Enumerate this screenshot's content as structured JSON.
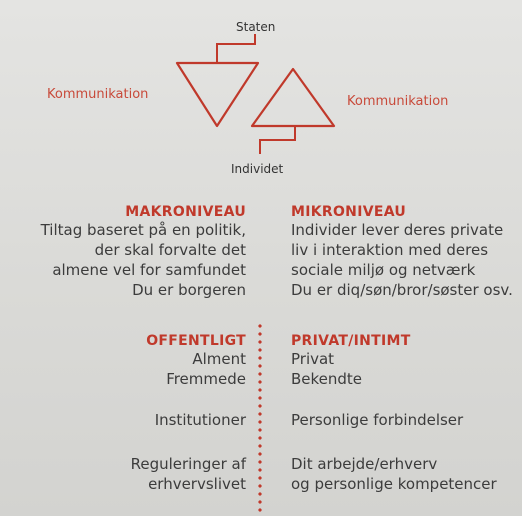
{
  "diagram": {
    "top_label": "Staten",
    "bottom_label": "Individet",
    "left_label": "Kommunikation",
    "right_label": "Kommunikation",
    "line_color": "#c0392b"
  },
  "makro": {
    "heading": "MAKRONIVEAU",
    "lines": [
      "Tiltag baseret på en politik,",
      "der skal forvalte det",
      "almene vel for samfundet",
      "Du er borgeren"
    ]
  },
  "mikro": {
    "heading": "MIKRONIVEAU",
    "lines": [
      "Individer lever deres private",
      "liv i interaktion med deres",
      "sociale miljø og netværk",
      "Du er diq/søn/bror/søster osv."
    ]
  },
  "offentligt": {
    "heading": "OFFENTLIGT",
    "items": [
      "Alment",
      "Fremmede",
      "Institutioner",
      "Reguleringer af",
      "erhvervslivet"
    ]
  },
  "privat": {
    "heading": "PRIVAT/INTIMT",
    "items": [
      "Privat",
      "Bekendte",
      "Personlige forbindelser",
      "Dit arbejde/erhverv",
      "og personlige kompetencer"
    ]
  },
  "colors": {
    "accent": "#c0392b",
    "text": "#3c3c3c",
    "background": "#dcdcda"
  }
}
